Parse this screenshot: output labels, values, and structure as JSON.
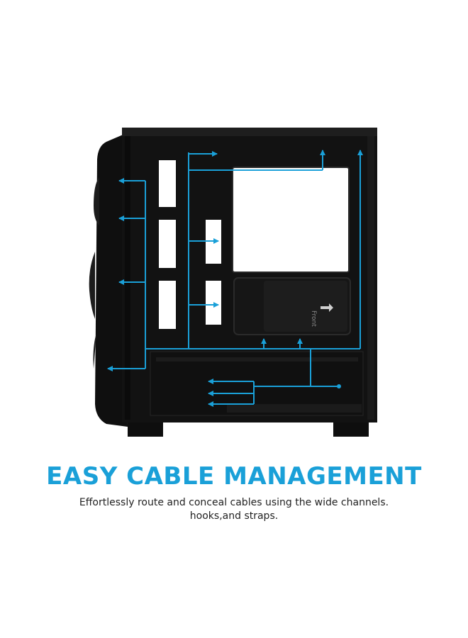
{
  "headline": "EASY CABLE MANAGEMENT",
  "subtitle_line1": "Effortlessly route and conceal cables using the wide channels.",
  "subtitle_line2": "hooks,and straps.",
  "psu_shroud_label": "Front",
  "colors": {
    "accent": "#1aa0d8",
    "case_body": "#121212",
    "case_edge": "#2a2a2a",
    "text": "#222222",
    "background": "#ffffff"
  },
  "icons": {
    "routing_arrow": "arrow-icon",
    "psu_direction": "arrow-right-icon"
  }
}
